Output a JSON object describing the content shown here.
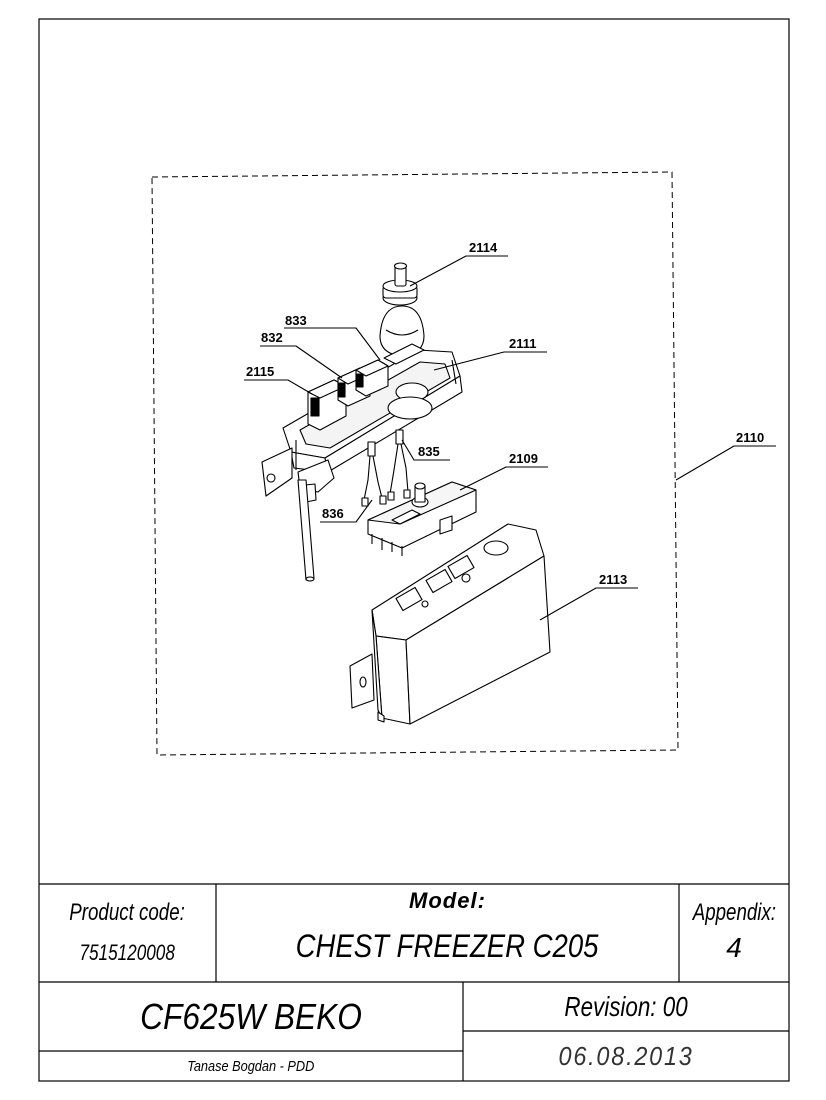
{
  "diagram": {
    "callouts": [
      {
        "id": "c2114",
        "label": "2114"
      },
      {
        "id": "c833",
        "label": "833"
      },
      {
        "id": "c832",
        "label": "832"
      },
      {
        "id": "c2111",
        "label": "2111"
      },
      {
        "id": "c2115",
        "label": "2115"
      },
      {
        "id": "c2110",
        "label": "2110"
      },
      {
        "id": "c835",
        "label": "835"
      },
      {
        "id": "c2109",
        "label": "2109"
      },
      {
        "id": "c836",
        "label": "836"
      },
      {
        "id": "c2113",
        "label": "2113"
      }
    ]
  },
  "title_block": {
    "product_code_label": "Product code:",
    "product_code_value": "7515120008",
    "model_label": "Model:",
    "model_value": "CHEST FREEZER C205",
    "appendix_label": "Appendix:",
    "appendix_value": "4",
    "brand_model": "CF625W BEKO",
    "revision": "Revision: 00",
    "author": "Tanase Bogdan - PDD",
    "date": "06.08.2013"
  }
}
